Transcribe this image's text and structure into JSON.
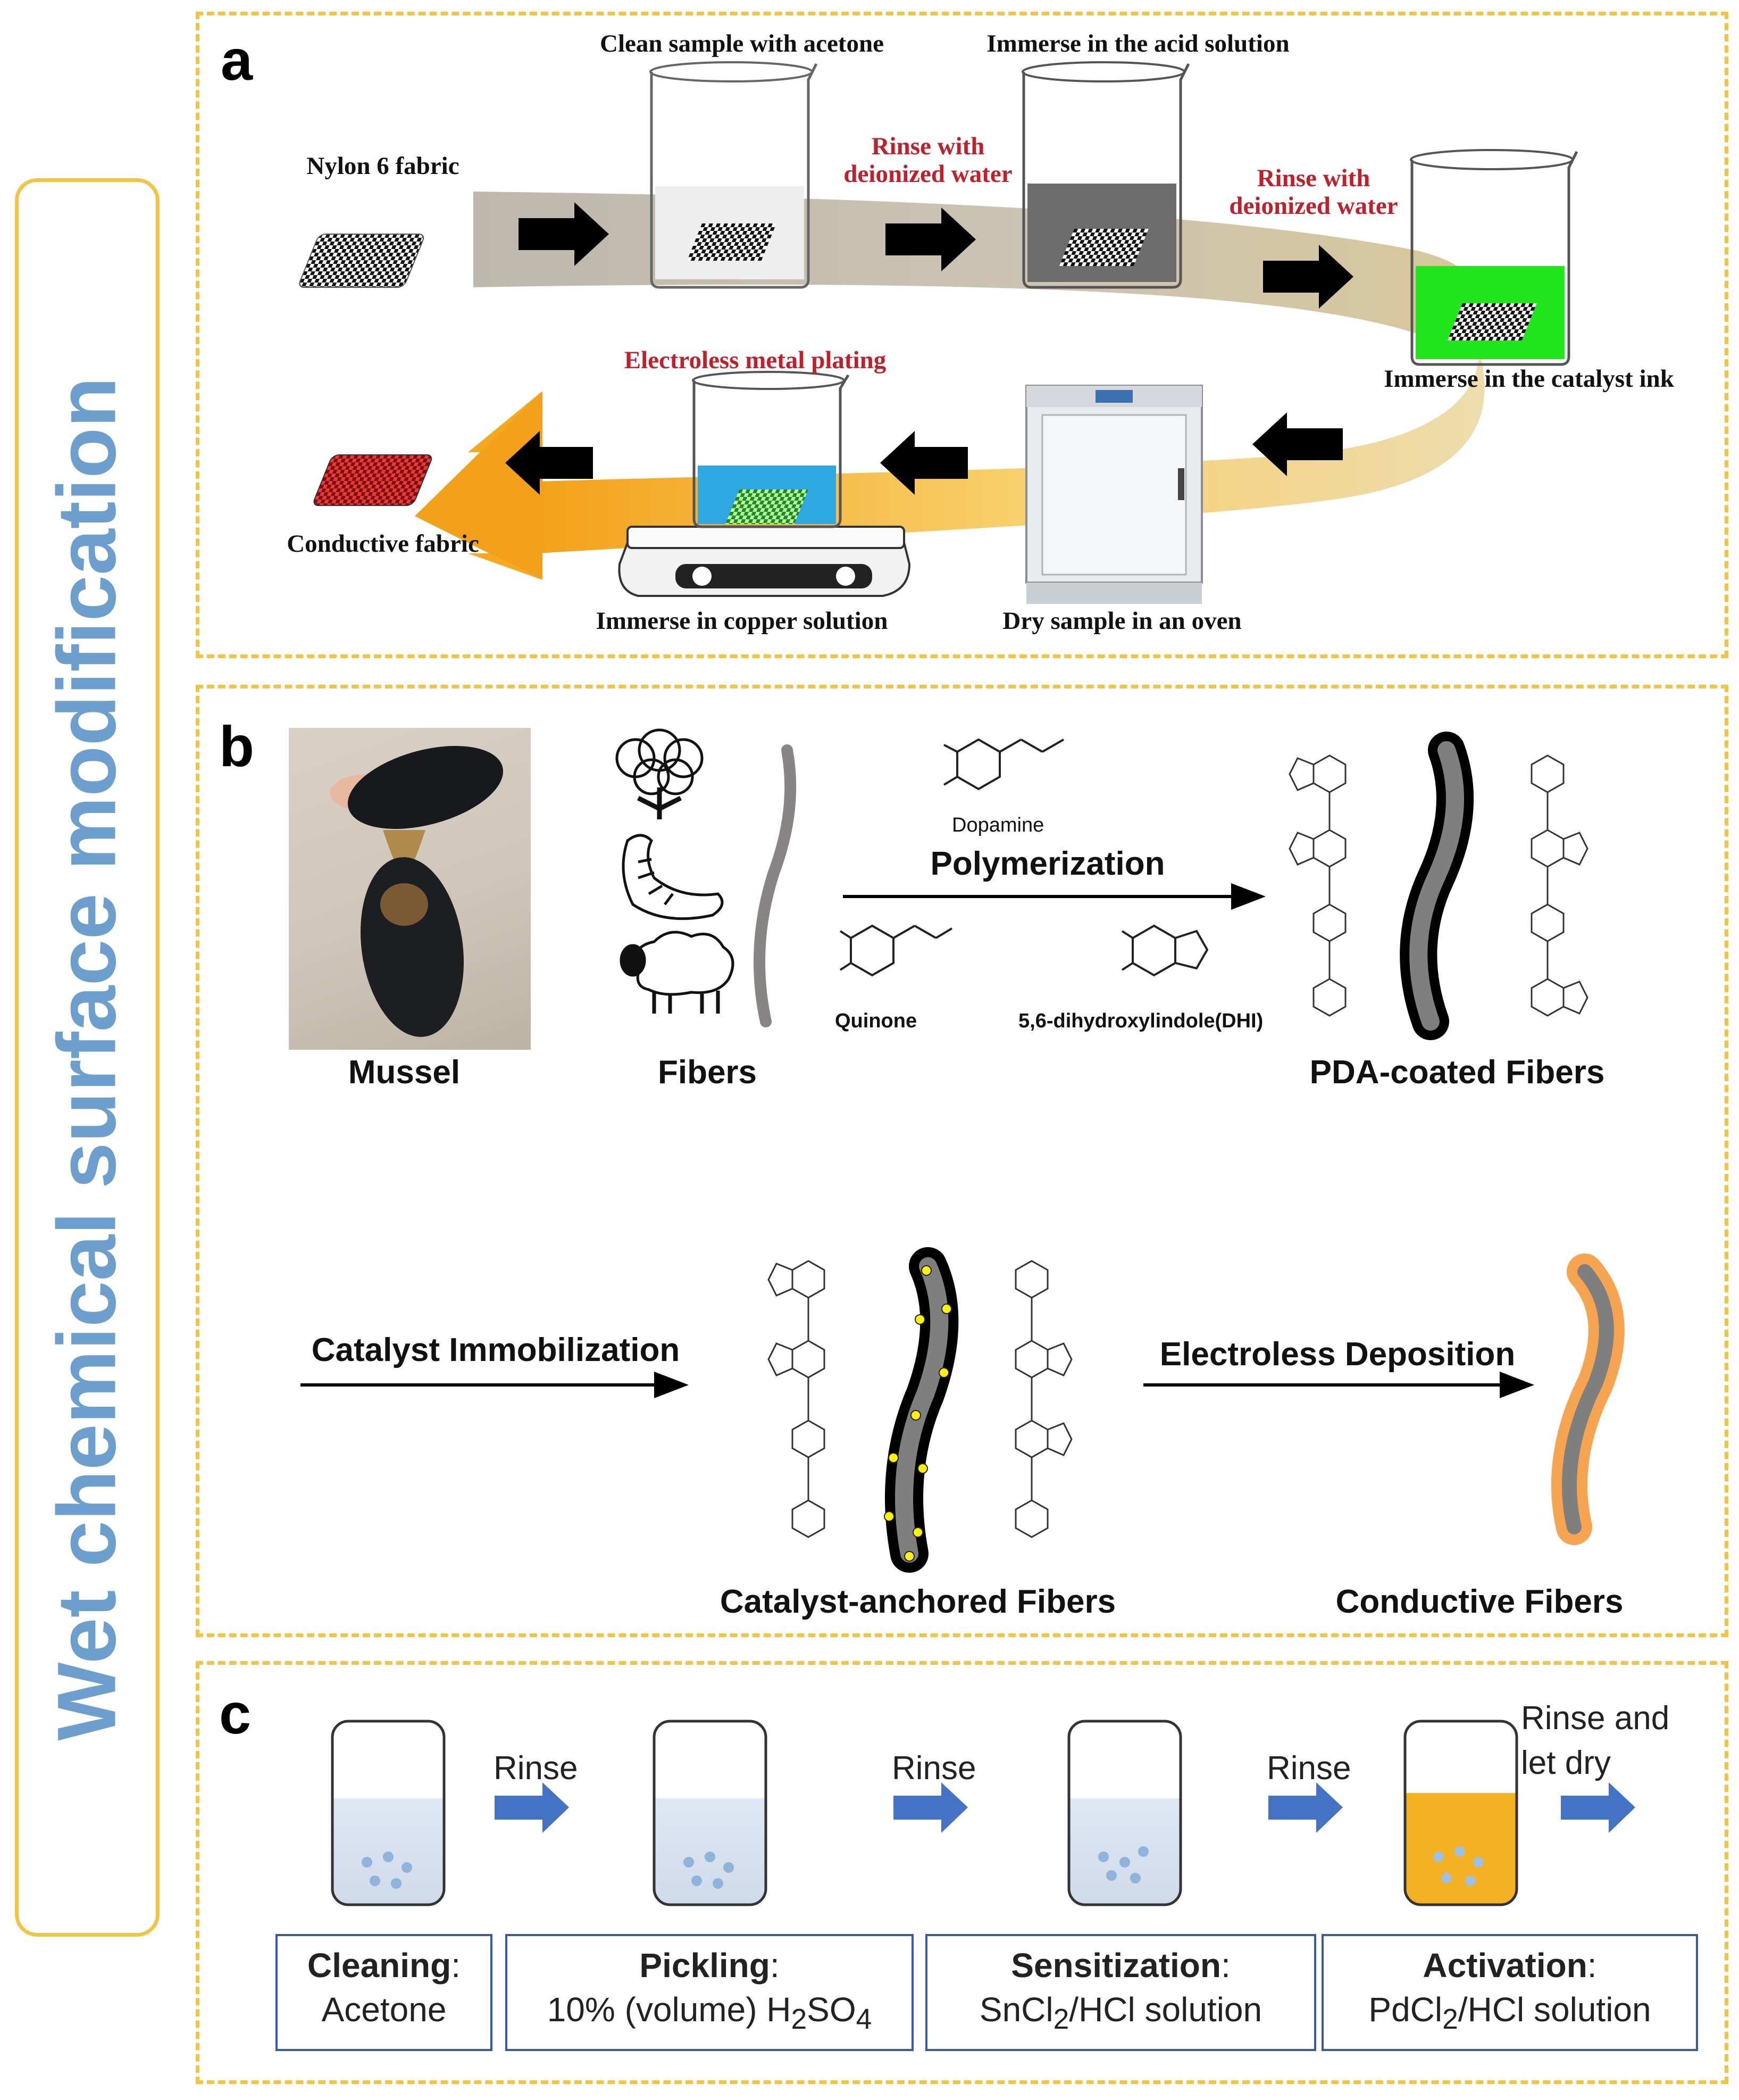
{
  "side_title": "Wet chemical surface modification",
  "panel_a": {
    "letter": "a",
    "nylon": "Nylon 6 fabric",
    "clean": "Clean sample with acetone",
    "acid": "Immerse  in the acid solution",
    "rinse1": [
      "Rinse with",
      "deionized water"
    ],
    "rinse2": [
      "Rinse with",
      "deionized water"
    ],
    "catalyst": "Immerse  in the catalyst ink",
    "electroless": "Electroless metal plating",
    "conductive": "Conductive fabric",
    "copper": "Immerse  in copper solution",
    "dry": "Dry sample in an oven"
  },
  "panel_b": {
    "letter": "b",
    "mussel": "Mussel",
    "fibers": "Fibers",
    "dopamine": "Dopamine",
    "polymerization": "Polymerization",
    "quinone": "Quinone",
    "dhi": "5,6-dihydroxylindole(DHI)",
    "pda": "PDA-coated Fibers",
    "catalyst_imm": "Catalyst Immobilization",
    "electroless_dep": "Electroless Deposition",
    "catalyst_fibers": "Catalyst-anchored Fibers",
    "conductive_fibers": "Conductive Fibers"
  },
  "panel_c": {
    "letter": "c",
    "rinse": "Rinse",
    "rinse_dry": [
      "Rinse and",
      "let dry"
    ],
    "steps": [
      {
        "name": "Cleaning",
        "reagent": "Acetone"
      },
      {
        "name": "Pickling",
        "reagent_prefix": "10% (volume) H",
        "reagent_sub1": "2",
        "reagent_mid": "SO",
        "reagent_sub2": "4"
      },
      {
        "name": "Sensitization",
        "reagent_prefix": "SnCl",
        "reagent_sub": "2",
        "reagent_suffix": "/HCl solution"
      },
      {
        "name": "Activation",
        "reagent_prefix": "PdCl",
        "reagent_sub": "2",
        "reagent_suffix": "/HCl solution"
      }
    ]
  },
  "colors": {
    "frame": "#f3c443",
    "side_title": "#6d9fce",
    "red_text": "#c0202a",
    "step_border": "#3b5aa6",
    "arrow_blue": "#4472c4",
    "catalyst_green": "#22e61c",
    "copper_blue": "#2fa7e0",
    "activation_orange": "#f4b121"
  }
}
